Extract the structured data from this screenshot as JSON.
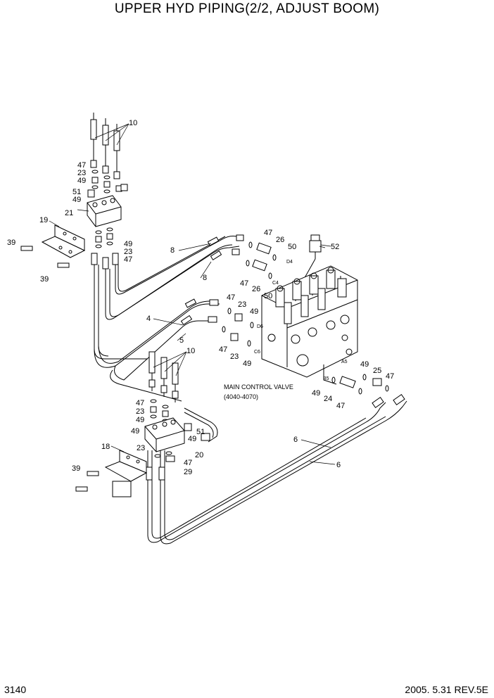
{
  "title": "UPPER HYD PIPING(2/2, ADJUST BOOM)",
  "page_number": "3140",
  "revision": "2005. 5.31  REV.5E",
  "valve_label": {
    "line1": "MAIN CONTROL VALVE",
    "line2": "(4040-4070)"
  },
  "ports": [
    "D4",
    "C4",
    "D6",
    "C6",
    "A5",
    "B5"
  ],
  "callouts": [
    "10",
    "47",
    "23",
    "49",
    "51",
    "49",
    "21",
    "19",
    "39",
    "49",
    "23",
    "47",
    "39",
    "8",
    "8",
    "47",
    "26",
    "50",
    "52",
    "47",
    "26",
    "50",
    "47",
    "23",
    "49",
    "4",
    "5",
    "47",
    "23",
    "49",
    "10",
    "47",
    "23",
    "49",
    "49",
    "51",
    "49",
    "18",
    "23",
    "20",
    "47",
    "29",
    "39",
    "6",
    "6",
    "49",
    "25",
    "47",
    "49",
    "24",
    "47"
  ]
}
